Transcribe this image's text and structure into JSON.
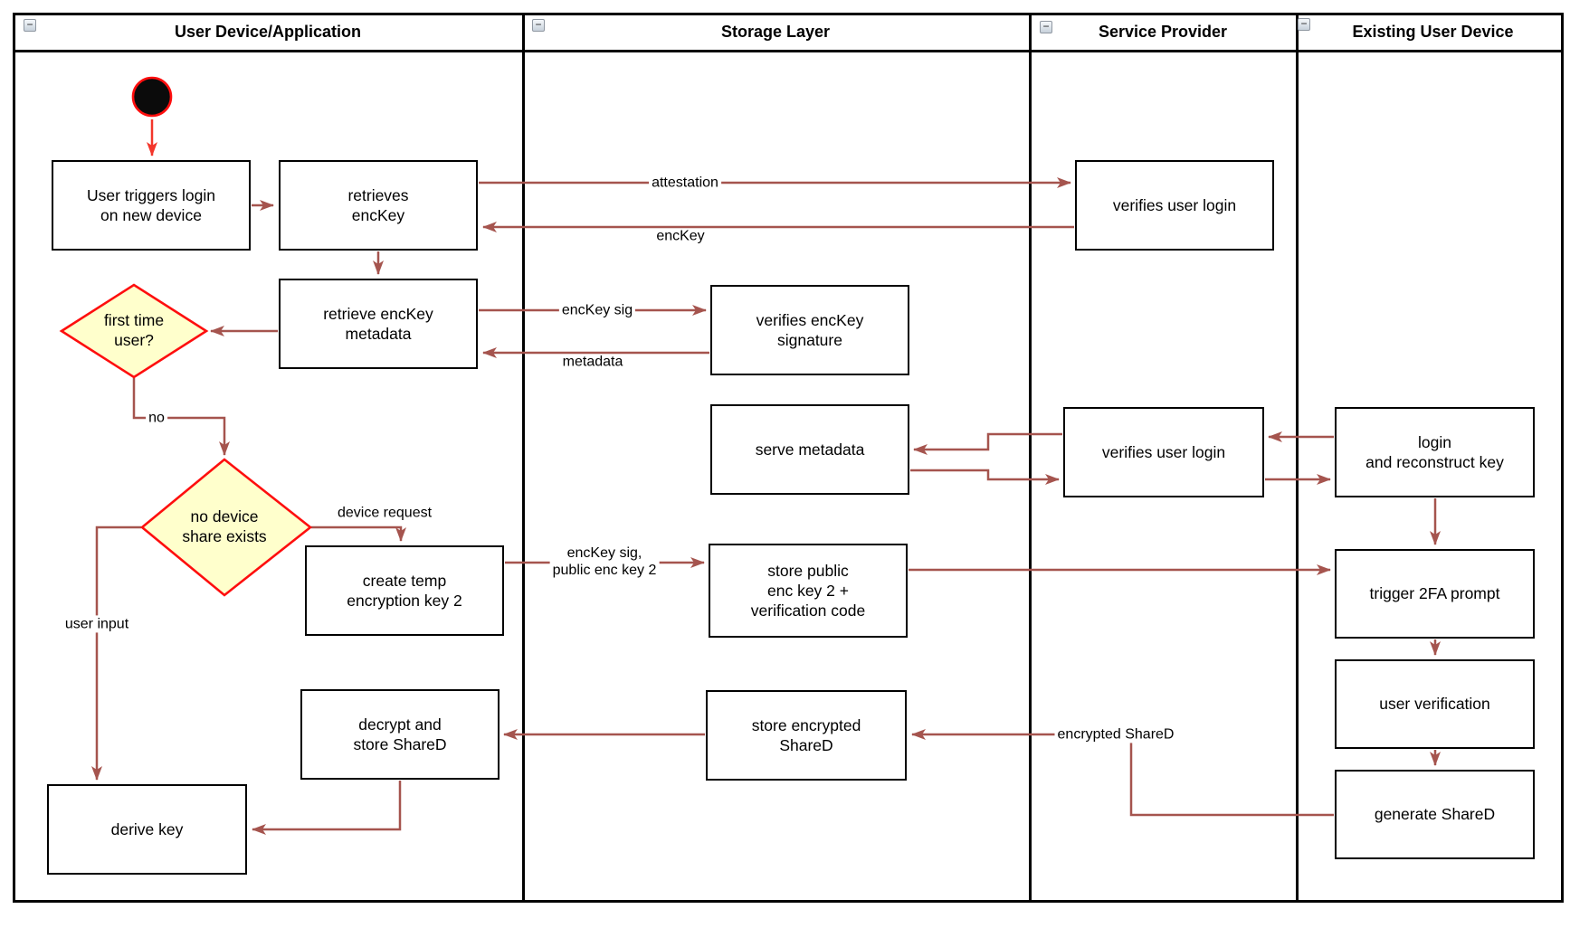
{
  "colors": {
    "arrow": "#a5544e",
    "bright": "#fe0e0e",
    "start": "#f3362b",
    "yellow": "#ffffcc"
  },
  "lanes": {
    "user_device": {
      "title": "User Device/Application"
    },
    "storage": {
      "title": "Storage Layer"
    },
    "service_provider": {
      "title": "Service Provider"
    },
    "existing_device": {
      "title": "Existing User Device"
    }
  },
  "icons": {
    "collapse_glyph": "−"
  },
  "nodes": {
    "start": {
      "type": "initial-node"
    },
    "user_triggers": {
      "label": "User triggers login\non new device"
    },
    "retrieves_enckey": {
      "label": "retrieves\nencKey"
    },
    "retrieve_metadata": {
      "label": "retrieve encKey\nmetadata"
    },
    "first_time_user": {
      "label": "first time\nuser?"
    },
    "no_device_share": {
      "label": "no device\nshare exists"
    },
    "create_temp_key": {
      "label": "create temp\nencryption key 2"
    },
    "decrypt_store_shared": {
      "label": "decrypt and\nstore ShareD"
    },
    "derive_key": {
      "label": "derive key"
    },
    "verifies_signature": {
      "label": "verifies encKey\nsignature"
    },
    "serve_metadata": {
      "label": "serve metadata"
    },
    "store_public": {
      "label": "store public\nenc key 2 +\nverification code"
    },
    "store_encrypted": {
      "label": "store encrypted\nShareD"
    },
    "verifies_login_top": {
      "label": "verifies user login"
    },
    "verifies_login_mid": {
      "label": "verifies user login"
    },
    "login_reconstruct": {
      "label": "login\nand reconstruct key"
    },
    "trigger_2fa": {
      "label": "trigger 2FA prompt"
    },
    "user_verification": {
      "label": "user verification"
    },
    "generate_shared": {
      "label": "generate ShareD"
    }
  },
  "edge_labels": {
    "attestation": "attestation",
    "enckey": "encKey",
    "enckey_sig": "encKey sig",
    "metadata": "metadata",
    "no": "no",
    "device_request": "device request",
    "user_input": "user input",
    "enckey_sig_public": "encKey sig,\npublic enc key 2",
    "encrypted_shared": "encrypted ShareD"
  }
}
